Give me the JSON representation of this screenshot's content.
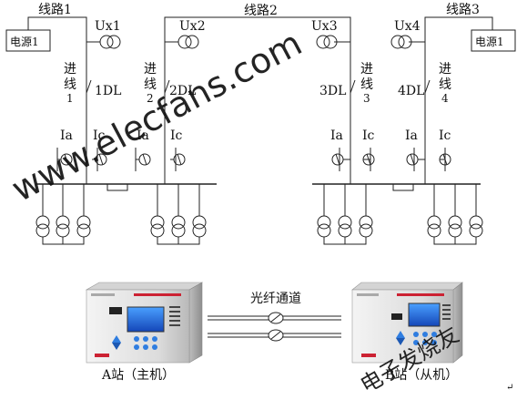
{
  "labels": {
    "line1": "线路1",
    "line2": "线路2",
    "line3": "线路3",
    "source_left": "电源1",
    "source_right": "电源1",
    "ux1": "Ux1",
    "ux2": "Ux2",
    "ux3": "Ux3",
    "ux4": "Ux4",
    "in1": [
      "进",
      "线",
      "1"
    ],
    "in2": [
      "进",
      "线",
      "2"
    ],
    "in3": [
      "进",
      "线",
      "3"
    ],
    "in4": [
      "进",
      "线",
      "4"
    ],
    "dl1": "1DL",
    "dl2": "2DL",
    "dl3": "3DL",
    "dl4": "4DL",
    "ia": "Ia",
    "ic": "Ic",
    "fiber": "光纤通道",
    "station_a": "A站（主机）",
    "station_b": "B站（从机）",
    "watermark_site": "www.elecfans.com",
    "watermark_brand": "电子发烧友"
  },
  "colors": {
    "line": "#222222",
    "watermark": "#ff3b3b",
    "device_body": "#e6e6e6",
    "device_panel": "#1b57c9"
  }
}
